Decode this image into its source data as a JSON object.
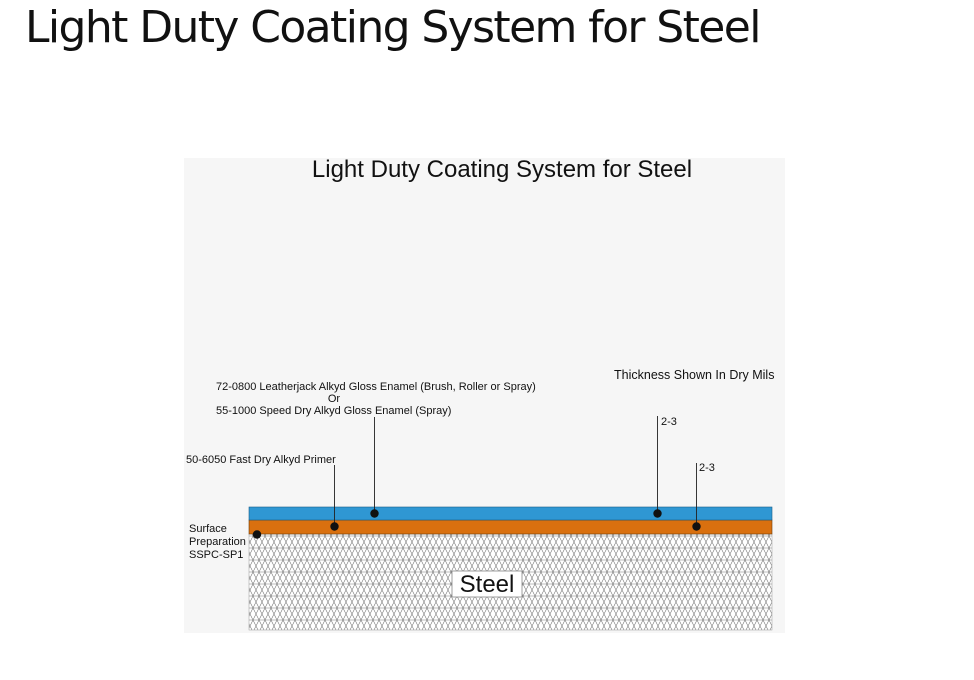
{
  "page": {
    "title": "Light Duty Coating System for Steel"
  },
  "diagram": {
    "title": "Light Duty Coating System for Steel",
    "thickness_note": "Thickness Shown In Dry Mils",
    "topcoat_label_line1": "72-0800 Leatherjack Alkyd Gloss Enamel (Brush, Roller or Spray)",
    "topcoat_label_line2": "Or",
    "topcoat_label_line3": "55-1000 Speed Dry Alkyd Gloss Enamel (Spray)",
    "primer_label": "50-6050 Fast Dry Alkyd Primer",
    "topcoat_thickness": "2-3",
    "primer_thickness": "2-3",
    "surface_prep_line1": "Surface",
    "surface_prep_line2": "Preparation",
    "surface_prep_line3": "SSPC-SP1",
    "substrate_label": "Steel",
    "colors": {
      "topcoat": "#2f97d3",
      "primer": "#d9700f",
      "steel_hatch": "#777777"
    }
  }
}
